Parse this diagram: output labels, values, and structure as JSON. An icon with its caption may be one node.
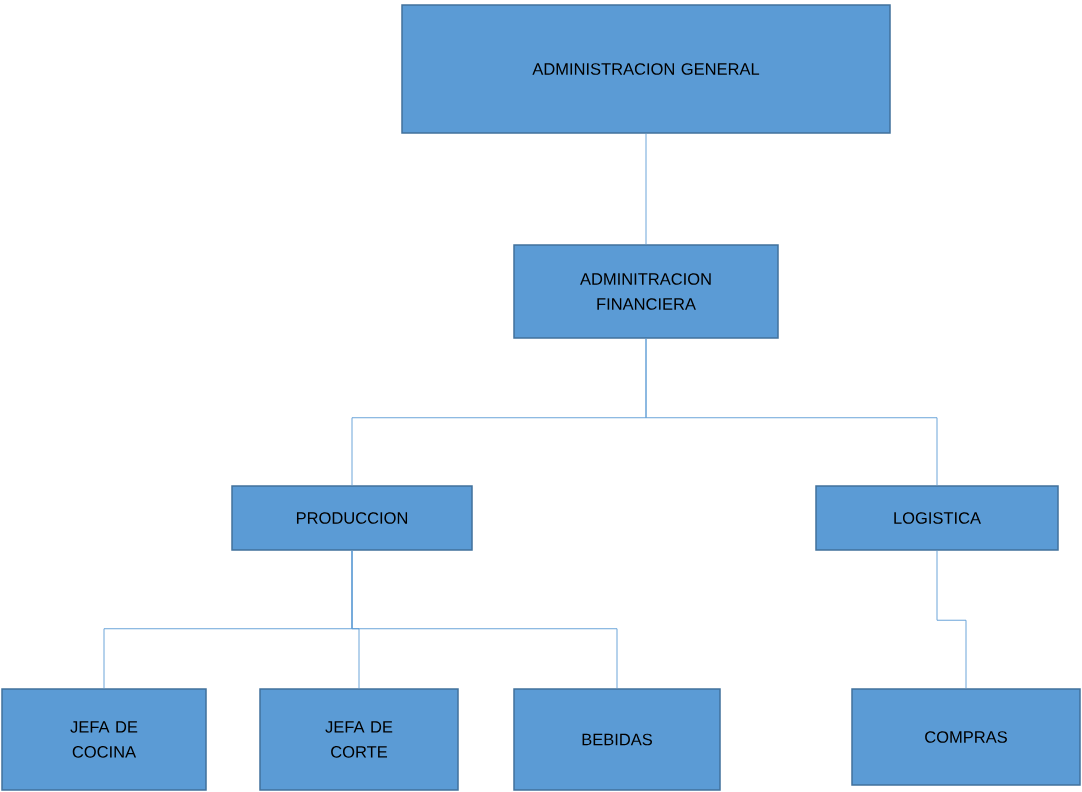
{
  "diagram": {
    "nodes": [
      {
        "text": [
          "ADMINISTRACION GENERAL"
        ]
      },
      {
        "text": [
          "ADMINITRACION FINANCIERA"
        ]
      },
      {
        "text": [
          "PRODUCCION"
        ]
      },
      {
        "text": [
          "LOGISTICA"
        ]
      },
      {
        "text": [
          "JEFA DE COCINA"
        ]
      },
      {
        "text": [
          "JEFA DE CORTE"
        ]
      },
      {
        "text": [
          "BEBIDAS"
        ]
      },
      {
        "text": [
          "COMPRAS"
        ]
      }
    ],
    "edges": [
      {
        "from": 0,
        "to": 1,
        "arrow": "none"
      },
      {
        "from": 1,
        "to": 2,
        "arrow": "none"
      },
      {
        "from": 1,
        "to": 3,
        "arrow": "none"
      },
      {
        "from": 2,
        "to": 4,
        "arrow": "none"
      },
      {
        "from": 2,
        "to": 5,
        "arrow": "none"
      },
      {
        "from": 2,
        "to": 6,
        "arrow": "none"
      },
      {
        "from": 3,
        "to": 7,
        "arrow": "none"
      }
    ]
  }
}
